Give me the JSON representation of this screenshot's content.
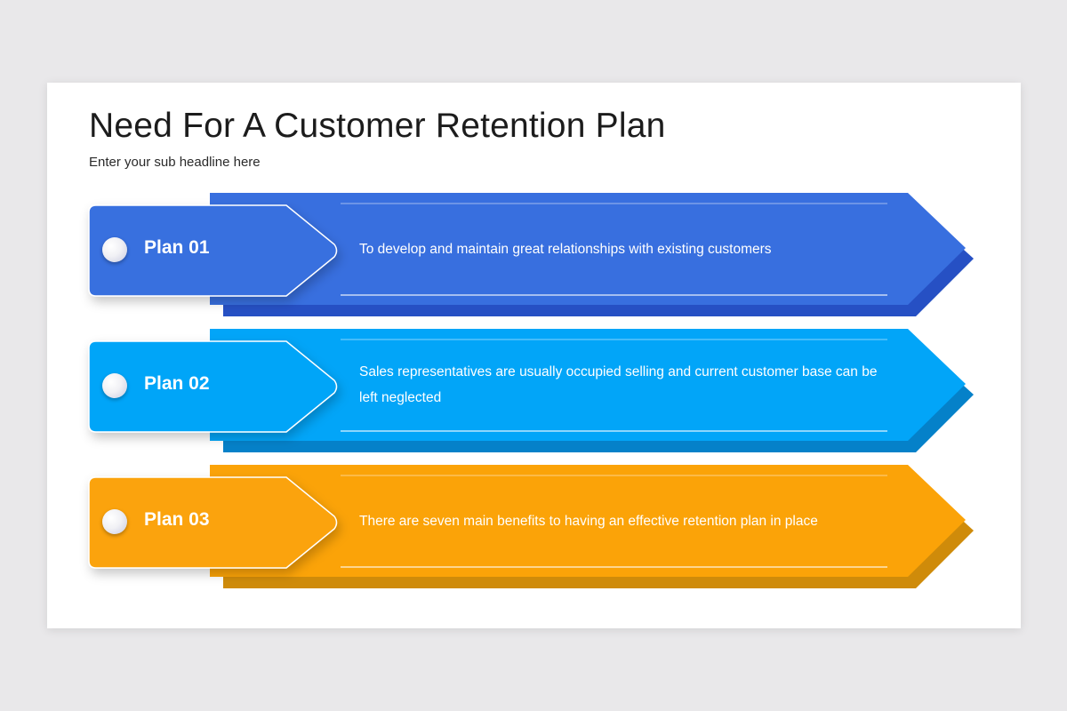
{
  "slide": {
    "title": "Need For A Customer Retention Plan",
    "subtitle": "Enter your sub headline here"
  },
  "plans": [
    {
      "label": "Plan 01",
      "text": "To develop and maintain great relationships with existing customers",
      "color": "#386fdf",
      "shadow_color": "#2650c4"
    },
    {
      "label": "Plan 02",
      "text": "Sales representatives are usually occupied selling and current customer base can be left neglected",
      "color": "#02a5f8",
      "shadow_color": "#0581c9"
    },
    {
      "label": "Plan 03",
      "text": "There are seven main benefits to having an effective retention plan in place",
      "color": "#fba308",
      "shadow_color": "#cf8b0a"
    }
  ]
}
